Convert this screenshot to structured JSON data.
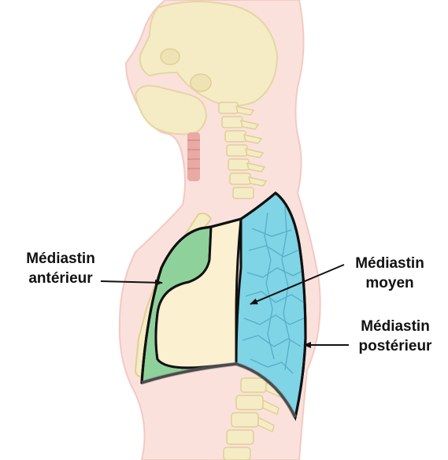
{
  "labels": {
    "anterior": {
      "line1": "Médiastin",
      "line2": "antérieur"
    },
    "middle": {
      "line1": "Médiastin",
      "line2": "moyen"
    },
    "posterior": {
      "line1": "Médiastin",
      "line2": "postérieur"
    }
  },
  "colors": {
    "anterior_fill": "#8fd19a",
    "middle_fill": "#fbf0cf",
    "posterior_fill": "#7fd4e6",
    "skin": "#fbe1dc",
    "bone": "#f5ecc6",
    "outline": "#111111"
  }
}
